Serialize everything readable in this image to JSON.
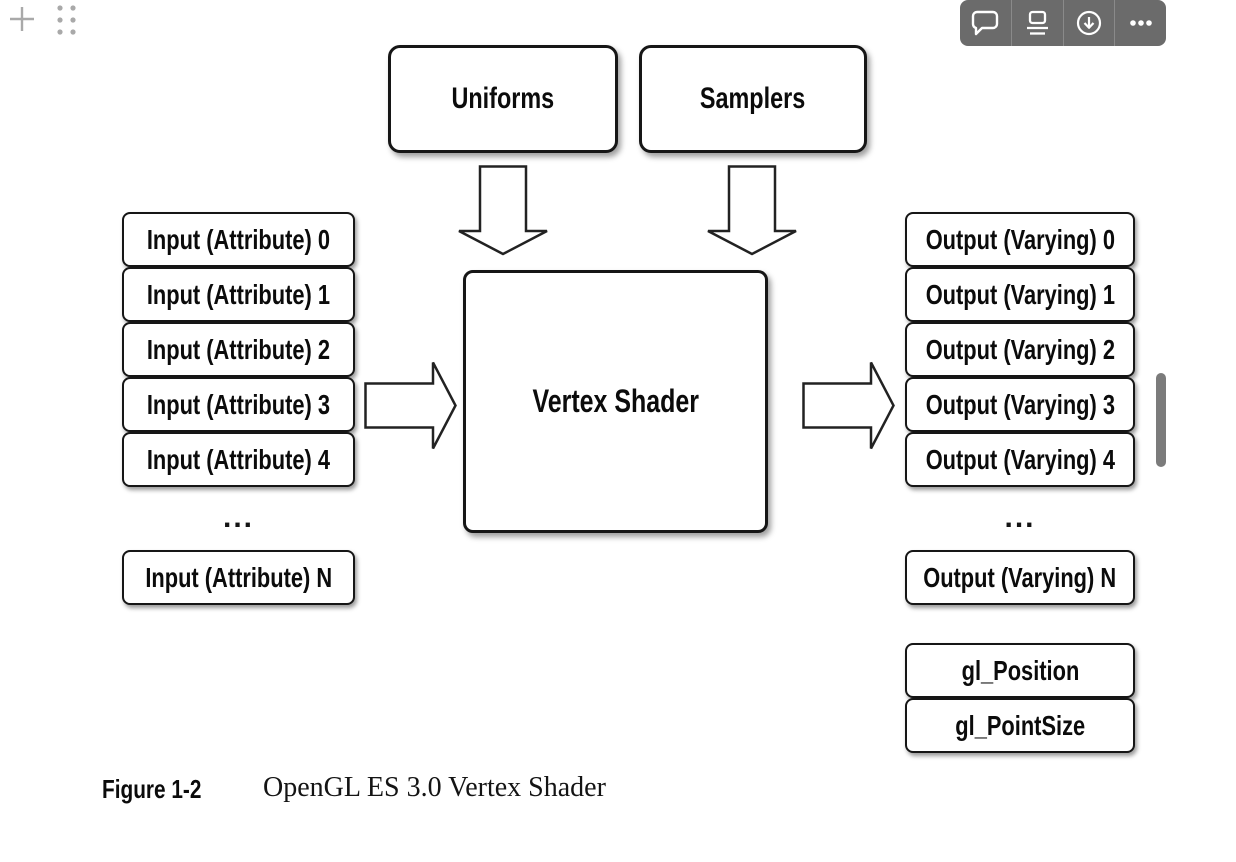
{
  "colors": {
    "toolbar_bg": "#6b6b6b",
    "toolbar_icon": "#ffffff",
    "scrollbar_thumb": "#7b7b7b",
    "handle_icon": "#a9a9a9",
    "box_border": "#161616",
    "text": "#0b0b0b"
  },
  "annotation_handles": {
    "add_icon": "plus-icon",
    "drag_icon": "grid-dots-icon"
  },
  "toolbar": {
    "buttons": [
      {
        "icon": "comment-bubble-icon"
      },
      {
        "icon": "reader-view-icon"
      },
      {
        "icon": "download-circle-icon"
      },
      {
        "icon": "more-ellipsis-icon"
      }
    ]
  },
  "diagram": {
    "uniforms_label": "Uniforms",
    "samplers_label": "Samplers",
    "vertex_shader_label": "Vertex Shader",
    "inputs": [
      "Input (Attribute) 0",
      "Input (Attribute) 1",
      "Input (Attribute) 2",
      "Input (Attribute) 3",
      "Input (Attribute) 4"
    ],
    "inputs_ellipsis": "...",
    "input_n": "Input (Attribute) N",
    "outputs": [
      "Output (Varying) 0",
      "Output (Varying) 1",
      "Output (Varying) 2",
      "Output (Varying) 3",
      "Output (Varying) 4"
    ],
    "outputs_ellipsis": "...",
    "output_n": "Output (Varying) N",
    "builtins": [
      "gl_Position",
      "gl_PointSize"
    ]
  },
  "caption": {
    "label": "Figure 1-2",
    "title": "OpenGL ES 3.0 Vertex Shader"
  }
}
